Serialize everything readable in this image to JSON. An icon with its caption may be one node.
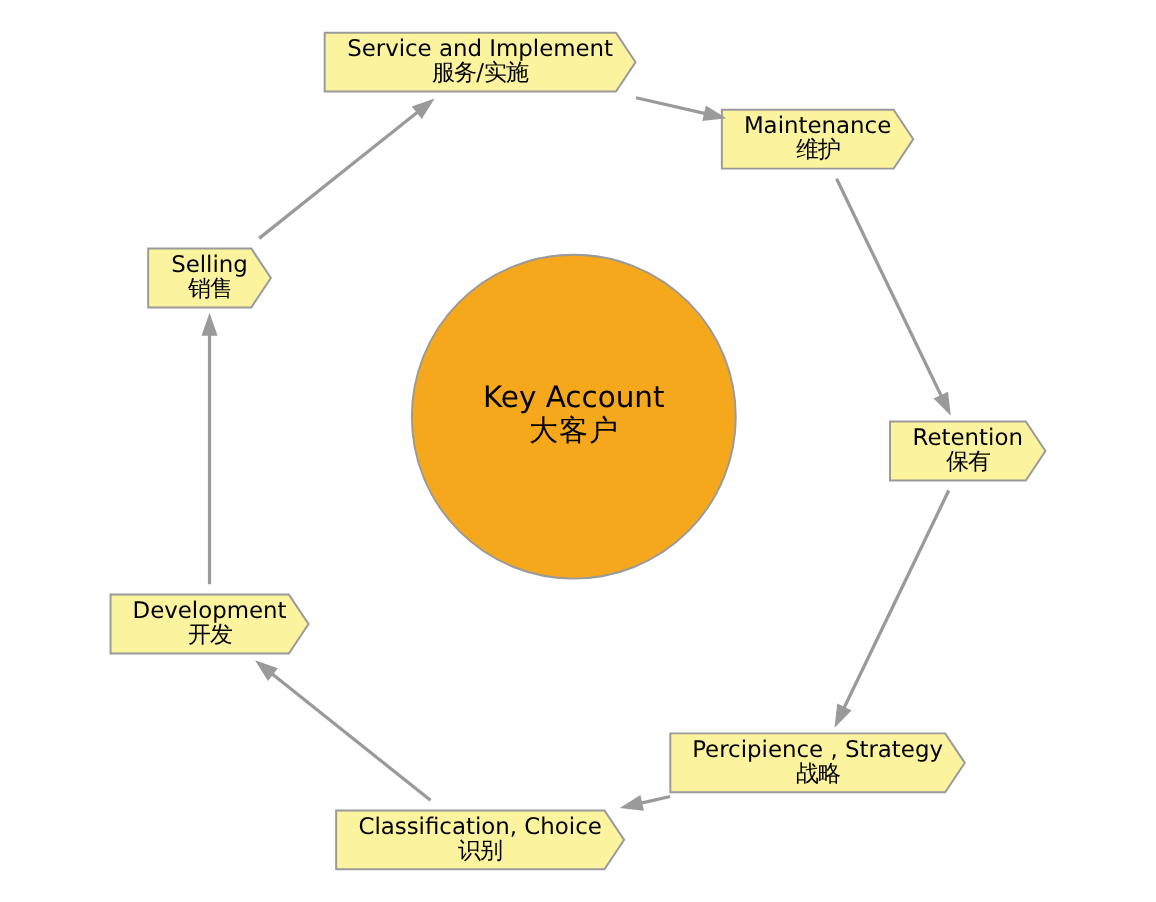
{
  "diagram": {
    "nodes": [
      {
        "text": [
          "Percipience , Strategy",
          "战略"
        ]
      },
      {
        "text": [
          "Classification, Choice",
          "识别"
        ]
      },
      {
        "text": [
          "Retention",
          "保有"
        ]
      },
      {
        "text": [
          "Key Account",
          "大客户"
        ]
      },
      {
        "text": [
          "Development",
          "开发"
        ]
      },
      {
        "text": [
          "Maintenance",
          "维护"
        ]
      },
      {
        "text": [
          "Selling",
          "销售"
        ]
      },
      {
        "text": [
          "Service and Implement",
          "服务/实施"
        ]
      }
    ],
    "edges": [
      {
        "from": 0,
        "to": 1,
        "arrow": "to"
      },
      {
        "from": 1,
        "to": 4,
        "arrow": "to"
      },
      {
        "from": 4,
        "to": 6,
        "arrow": "to"
      },
      {
        "from": 6,
        "to": 7,
        "arrow": "to"
      },
      {
        "from": 7,
        "to": 5,
        "arrow": "to"
      },
      {
        "from": 5,
        "to": 2,
        "arrow": "to"
      },
      {
        "from": 2,
        "to": 0,
        "arrow": "to"
      }
    ]
  }
}
